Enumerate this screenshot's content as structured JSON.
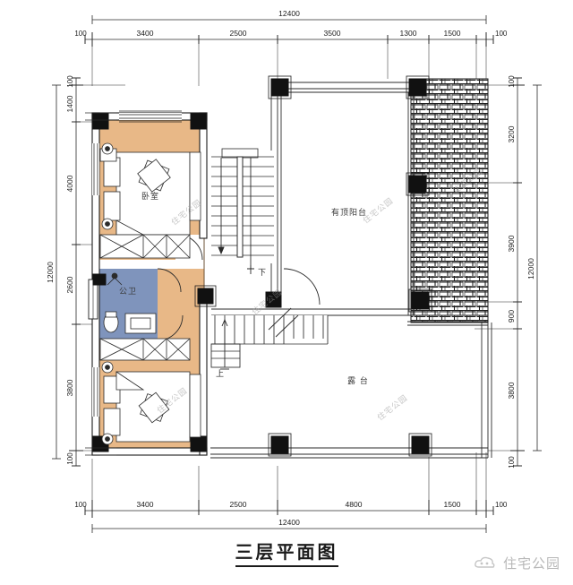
{
  "drawing": {
    "title": "三层平面图",
    "title_en_hint": "Third Floor Plan",
    "brand": "住宅公园",
    "brand_icon": "cloud-logo-icon",
    "watermark_text": "住宅公园",
    "overall": {
      "width_mm": "12400",
      "height_mm": "12000"
    }
  },
  "dimensions": {
    "top": {
      "total": "12400",
      "segments": [
        "100",
        "3400",
        "2500",
        "3500",
        "1300",
        "1500",
        "100"
      ]
    },
    "bottom": {
      "total": "12400",
      "segments": [
        "100",
        "3400",
        "2500",
        "4800",
        "1500",
        "100"
      ]
    },
    "left": {
      "total": "12000",
      "segments": [
        "100",
        "1400",
        "4000",
        "2600",
        "3800",
        "100"
      ]
    },
    "right": {
      "total": "12000",
      "segments": [
        "100",
        "3200",
        "3900",
        "900",
        "3800",
        "100"
      ]
    }
  },
  "rooms": [
    {
      "id": "bedroom-upper",
      "label": "卧室",
      "fill": "#e8b887"
    },
    {
      "id": "bathroom",
      "label": "公卫",
      "fill": "#7f94bc"
    },
    {
      "id": "bedroom-lower",
      "label": "",
      "fill": "#e8b887"
    },
    {
      "id": "covered-balcony",
      "label": "有顶阳台",
      "fill": "#ffffff"
    },
    {
      "id": "terrace",
      "label": "露 台",
      "fill": "#ffffff"
    }
  ],
  "stairs": {
    "upper_label": "下",
    "lower_label": "上"
  },
  "colors": {
    "room_orange": "#e8b887",
    "bathroom_blue": "#7f94bc",
    "wall_black": "#111111",
    "line": "#2b2b2b",
    "roof_hatch": "#222222",
    "paper": "#ffffff"
  }
}
